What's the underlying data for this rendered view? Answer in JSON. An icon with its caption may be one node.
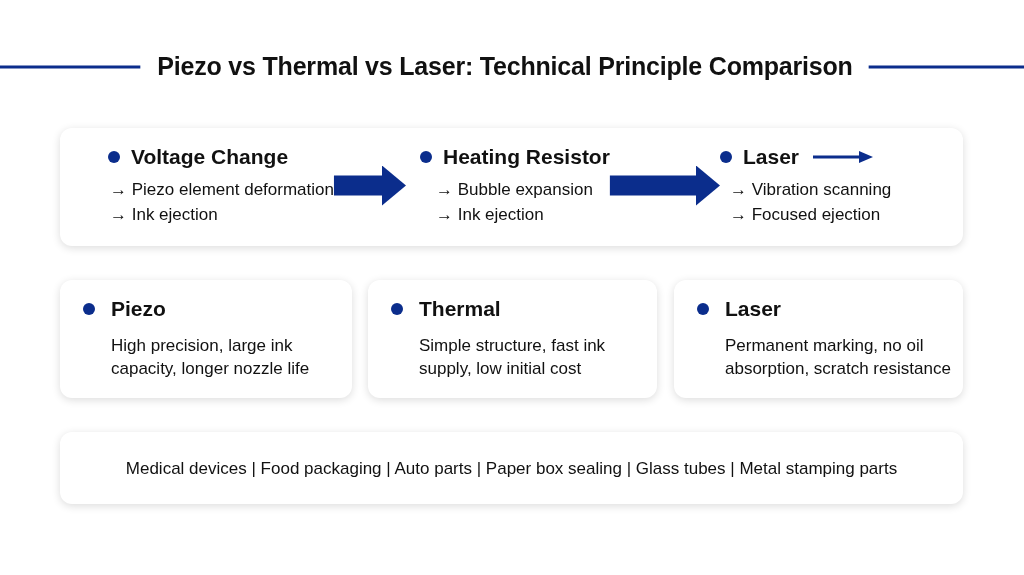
{
  "diagram": {
    "title": "Piezo vs Thermal vs Laser: Technical Principle Comparison",
    "nodes": [
      {
        "text": [],
        "shape": "box"
      },
      {
        "text": [
          "Voltage Change",
          "→ Piezo element deformation",
          "→ Ink ejection"
        ],
        "in": 0
      },
      {
        "text": [
          "Heating Resistor",
          "→ Bubble expansion",
          "→ Ink ejection"
        ],
        "in": 0
      },
      {
        "text": [
          "Laser",
          "→ Vibration scanning",
          "→ Focused ejection"
        ],
        "in": 0
      },
      {
        "text": [
          "Piezo",
          "High precision, large ink capacity, longer nozzle life"
        ]
      },
      {
        "text": [
          "Thermal",
          "Simple structure, fast ink supply, low initial cost"
        ]
      },
      {
        "text": [
          "Laser",
          "Permanent marking, no oil absorption, scratch resistance"
        ]
      },
      {
        "text": [
          "Medical devices | Food packaging | Auto parts | Paper box sealing | Glass tubes | Metal stamping parts"
        ]
      }
    ],
    "edges": [
      {
        "from": 1,
        "to": 2,
        "arrow": "to"
      },
      {
        "from": 2,
        "to": 3,
        "arrow": "to"
      }
    ]
  }
}
